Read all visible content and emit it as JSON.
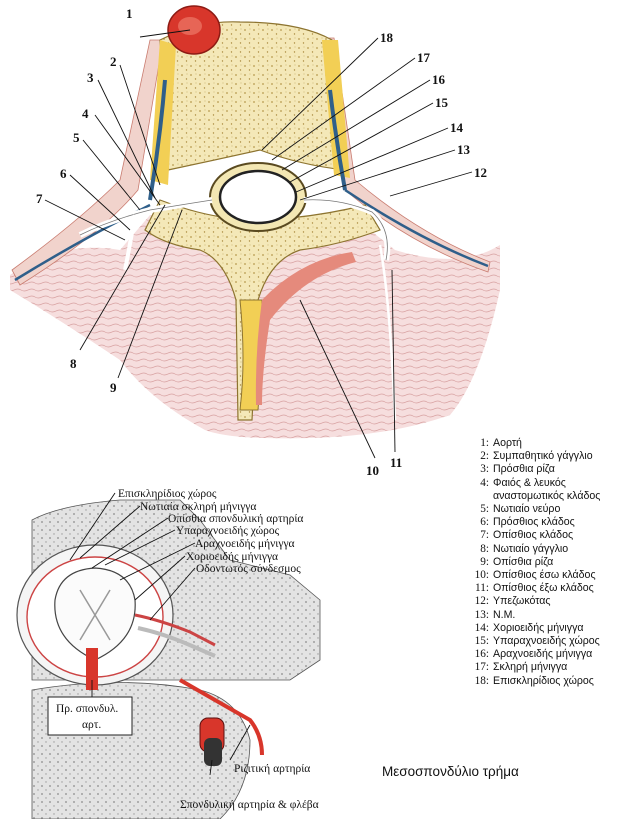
{
  "colors": {
    "bone": "#f3e7b3",
    "bone_dots": "#b99a4a",
    "muscle": "#f4d4d2",
    "muscle_lines": "#d79a9a",
    "artery": "#d8362b",
    "vein": "#2f5f8a",
    "nerve": "#ffffff",
    "fat": "#f2cf55"
  },
  "top_figure": {
    "labels": [
      "1",
      "2",
      "3",
      "4",
      "5",
      "6",
      "7",
      "8",
      "9",
      "10",
      "11",
      "12",
      "13",
      "14",
      "15",
      "16",
      "17",
      "18"
    ]
  },
  "legend": [
    {
      "num": "1:",
      "text": "Αορτή"
    },
    {
      "num": "2:",
      "text": "Συμπαθητικό γάγγλιο"
    },
    {
      "num": "3:",
      "text": "Πρόσθια ρίζα"
    },
    {
      "num": "4:",
      "text": "Φαιός & λευκός"
    },
    {
      "num": "",
      "text": "αναστομωτικός κλάδος"
    },
    {
      "num": "5:",
      "text": "Νωτιαίο νεύρο"
    },
    {
      "num": "6:",
      "text": "Πρόσθιος κλάδος"
    },
    {
      "num": "7:",
      "text": "Οπίσθιος κλάδος"
    },
    {
      "num": "8:",
      "text": "Νωτιαίο γάγγλιο"
    },
    {
      "num": "9:",
      "text": "Οπίσθια ρίζα"
    },
    {
      "num": "10:",
      "text": "Οπίσθιος έσω κλάδος"
    },
    {
      "num": "11:",
      "text": "Οπίσθιος έξω κλάδος"
    },
    {
      "num": "12:",
      "text": "Υπεζωκότας"
    },
    {
      "num": "13:",
      "text": "Ν.Μ."
    },
    {
      "num": "14:",
      "text": "Χοριοειδής μήνιγγα"
    },
    {
      "num": "15:",
      "text": "Υπαραχνοειδής χώρος"
    },
    {
      "num": "16:",
      "text": "Αραχνοειδής μήνιγγα"
    },
    {
      "num": "17:",
      "text": "Σκληρή μήνιγγα"
    },
    {
      "num": "18:",
      "text": "Επισκληρίδιος χώρος"
    }
  ],
  "bottom_figure": {
    "labels": [
      "Επισκληρίδιος χώρος",
      "Νωτιαία σκληρή μήνιγγα",
      "Οπίσθια σπονδυλική αρτηρία",
      "Υπαραχνοειδής χώρος",
      "Αραχνοειδής μήνιγγα",
      "Χοριοειδής μήνιγγα",
      "Οδοντωτός σύνδεσμος"
    ],
    "box_label_line1": "Πρ. σπονδυλ.",
    "box_label_line2": "αρτ.",
    "radicular_artery": "Ριζιτική αρτηρία",
    "vertebral_artery_vein": "Σπονδυλική αρτηρία & φλέβα"
  },
  "caption": "Μεσοσπονδύλιο τρήμα"
}
